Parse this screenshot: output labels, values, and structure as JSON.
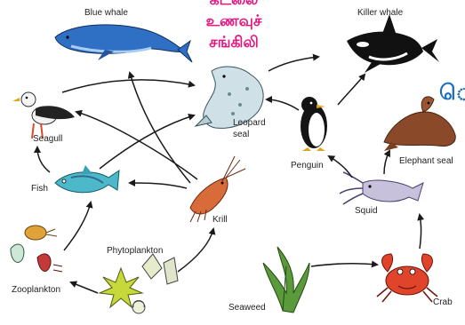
{
  "title_lines": [
    "கடலை",
    "உணவுச்",
    "சங்கிலி"
  ],
  "side_text": "ெ",
  "organisms": {
    "blue_whale": "Blue whale",
    "killer_whale": "Killer whale",
    "seagull": "Seagull",
    "leopard_seal_line1": "Leopard",
    "leopard_seal_line2": "seal",
    "penguin": "Penguin",
    "elephant_seal": "Elephant seal",
    "fish": "Fish",
    "squid": "Squid",
    "krill": "Krill",
    "phytoplankton": "Phytoplankton",
    "zooplankton": "Zooplankton",
    "seaweed": "Seaweed",
    "crab": "Crab"
  },
  "colors": {
    "title": "#e5157f",
    "side_text": "#1b6fb8",
    "arrow": "#1a1a1a"
  }
}
